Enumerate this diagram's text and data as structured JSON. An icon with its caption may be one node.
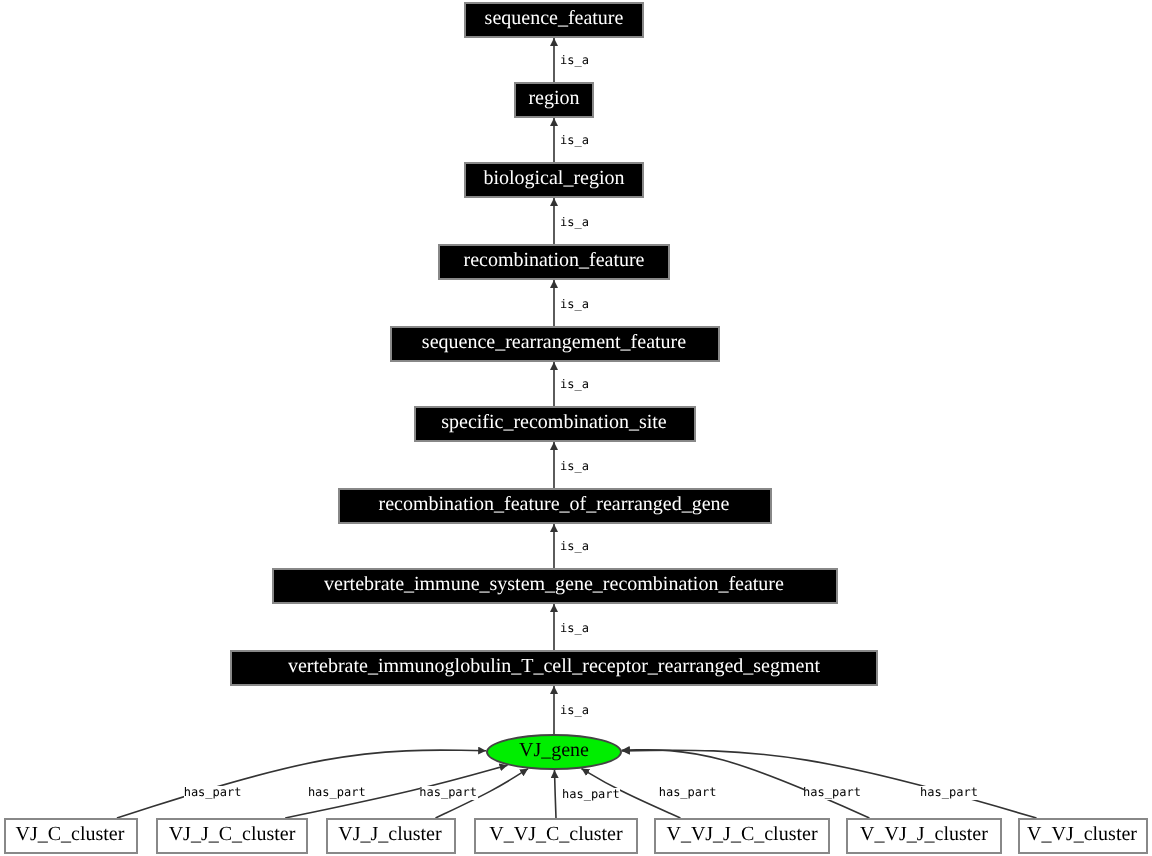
{
  "diagram": {
    "nodes": [
      {
        "text": [
          "sequence_feature"
        ]
      },
      {
        "text": [
          "region"
        ]
      },
      {
        "text": [
          "biological_region"
        ]
      },
      {
        "text": [
          "recombination_feature"
        ]
      },
      {
        "text": [
          "sequence_rearrangement_feature"
        ]
      },
      {
        "text": [
          "specific_recombination_site"
        ]
      },
      {
        "text": [
          "recombination_feature_of_rearranged_gene"
        ]
      },
      {
        "text": [
          "vertebrate_immune_system_gene_recombination_feature"
        ]
      },
      {
        "text": [
          "vertebrate_immunoglobulin_T_cell_receptor_rearranged_segment"
        ]
      },
      {
        "text": [
          "VJ_gene"
        ]
      },
      {
        "text": [
          "VJ_C_cluster"
        ]
      },
      {
        "text": [
          "VJ_J_C_cluster"
        ]
      },
      {
        "text": [
          "VJ_J_cluster"
        ]
      },
      {
        "text": [
          "V_VJ_C_cluster"
        ]
      },
      {
        "text": [
          "V_VJ_J_C_cluster"
        ]
      },
      {
        "text": [
          "V_VJ_J_cluster"
        ]
      },
      {
        "text": [
          "V_VJ_cluster"
        ]
      }
    ],
    "edges": [
      {
        "from": 1,
        "to": 0,
        "arrow": "to",
        "label": "is_a"
      },
      {
        "from": 2,
        "to": 1,
        "arrow": "to",
        "label": "is_a"
      },
      {
        "from": 3,
        "to": 2,
        "arrow": "to",
        "label": "is_a"
      },
      {
        "from": 4,
        "to": 3,
        "arrow": "to",
        "label": "is_a"
      },
      {
        "from": 5,
        "to": 4,
        "arrow": "to",
        "label": "is_a"
      },
      {
        "from": 6,
        "to": 5,
        "arrow": "to",
        "label": "is_a"
      },
      {
        "from": 7,
        "to": 6,
        "arrow": "to",
        "label": "is_a"
      },
      {
        "from": 8,
        "to": 7,
        "arrow": "to",
        "label": "is_a"
      },
      {
        "from": 9,
        "to": 8,
        "arrow": "to",
        "label": "is_a"
      },
      {
        "from": 10,
        "to": 9,
        "arrow": "to",
        "label": "has_part"
      },
      {
        "from": 11,
        "to": 9,
        "arrow": "to",
        "label": "has_part"
      },
      {
        "from": 12,
        "to": 9,
        "arrow": "to",
        "label": "has_part"
      },
      {
        "from": 13,
        "to": 9,
        "arrow": "to",
        "label": "has_part"
      },
      {
        "from": 14,
        "to": 9,
        "arrow": "to",
        "label": "has_part"
      },
      {
        "from": 15,
        "to": 9,
        "arrow": "to",
        "label": "has_part"
      },
      {
        "from": 16,
        "to": 9,
        "arrow": "to",
        "label": "has_part"
      }
    ]
  }
}
